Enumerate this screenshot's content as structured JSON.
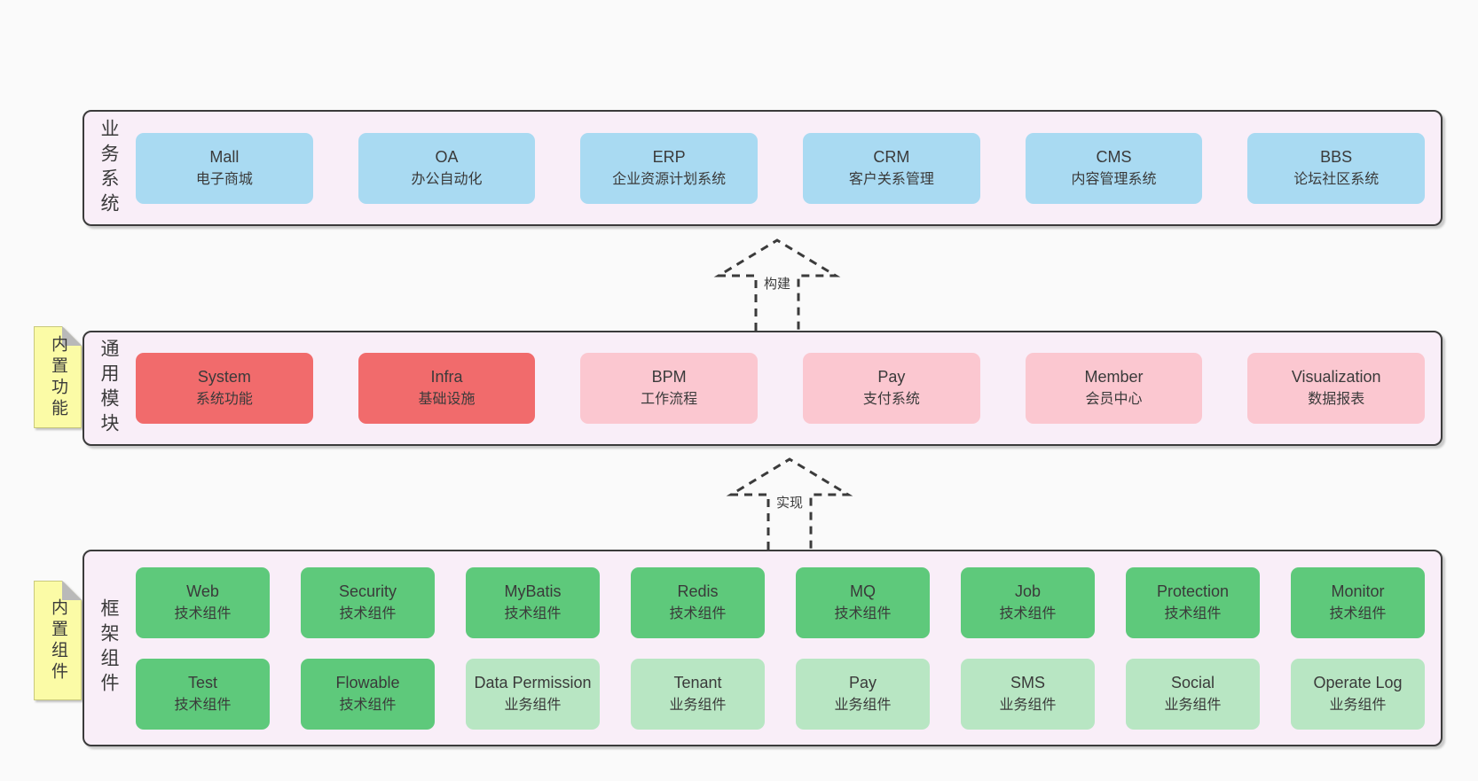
{
  "colors": {
    "page_background": "#fafafa",
    "layer_fill": "#f9eef8",
    "layer_border": "#3b3b3b",
    "business_box": "#a9daf2",
    "core_module_box": "#f16b6c",
    "optional_module_box": "#fbc7d0",
    "tech_component_box": "#5ec97b",
    "biz_component_box": "#b8e6c3",
    "note_fill": "#fbfba6",
    "note_fold": "#b9b9b9",
    "text": "#3a3a3a"
  },
  "arrows": {
    "build": "构建",
    "implement": "实现"
  },
  "layers": {
    "business": {
      "label": "业务系统",
      "modules": [
        {
          "en": "Mall",
          "zh": "电子商城"
        },
        {
          "en": "OA",
          "zh": "办公自动化"
        },
        {
          "en": "ERP",
          "zh": "企业资源计划系统"
        },
        {
          "en": "CRM",
          "zh": "客户关系管理"
        },
        {
          "en": "CMS",
          "zh": "内容管理系统"
        },
        {
          "en": "BBS",
          "zh": "论坛社区系统"
        }
      ]
    },
    "common": {
      "label": "通用模块",
      "note": "内置功能",
      "modules": [
        {
          "en": "System",
          "zh": "系统功能",
          "type": "core"
        },
        {
          "en": "Infra",
          "zh": "基础设施",
          "type": "core"
        },
        {
          "en": "BPM",
          "zh": "工作流程",
          "type": "optional"
        },
        {
          "en": "Pay",
          "zh": "支付系统",
          "type": "optional"
        },
        {
          "en": "Member",
          "zh": "会员中心",
          "type": "optional"
        },
        {
          "en": "Visualization",
          "zh": "数据报表",
          "type": "optional"
        }
      ]
    },
    "framework": {
      "label": "框架组件",
      "note": "内置组件",
      "rows": [
        [
          {
            "en": "Web",
            "zh": "技术组件",
            "type": "tech"
          },
          {
            "en": "Security",
            "zh": "技术组件",
            "type": "tech"
          },
          {
            "en": "MyBatis",
            "zh": "技术组件",
            "type": "tech"
          },
          {
            "en": "Redis",
            "zh": "技术组件",
            "type": "tech"
          },
          {
            "en": "MQ",
            "zh": "技术组件",
            "type": "tech"
          },
          {
            "en": "Job",
            "zh": "技术组件",
            "type": "tech"
          },
          {
            "en": "Protection",
            "zh": "技术组件",
            "type": "tech"
          },
          {
            "en": "Monitor",
            "zh": "技术组件",
            "type": "tech"
          }
        ],
        [
          {
            "en": "Test",
            "zh": "技术组件",
            "type": "tech"
          },
          {
            "en": "Flowable",
            "zh": "技术组件",
            "type": "tech"
          },
          {
            "en": "Data Permission",
            "zh": "业务组件",
            "type": "biz"
          },
          {
            "en": "Tenant",
            "zh": "业务组件",
            "type": "biz"
          },
          {
            "en": "Pay",
            "zh": "业务组件",
            "type": "biz"
          },
          {
            "en": "SMS",
            "zh": "业务组件",
            "type": "biz"
          },
          {
            "en": "Social",
            "zh": "业务组件",
            "type": "biz"
          },
          {
            "en": "Operate Log",
            "zh": "业务组件",
            "type": "biz"
          }
        ]
      ]
    }
  }
}
